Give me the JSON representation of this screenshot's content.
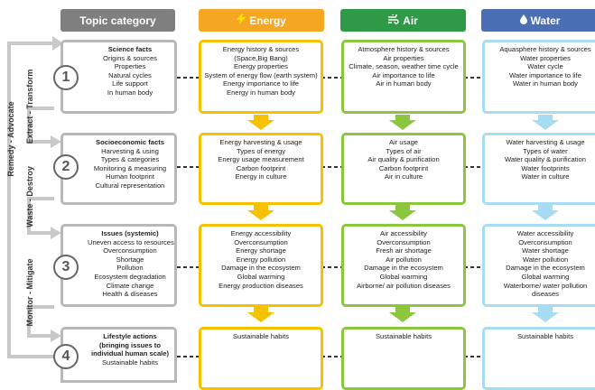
{
  "headers": {
    "topic": "Topic category",
    "energy": "Energy",
    "air": "Air",
    "water": "Water"
  },
  "colors": {
    "topic": "#7f7f7f",
    "energy": "#f5a623",
    "air": "#2e9a48",
    "water": "#4a6fb5",
    "energy_border": "#f6c200",
    "air_border": "#8cc63f",
    "water_border": "#a8dcf2",
    "topic_border": "#b8b8b8"
  },
  "icons": {
    "energy": "lightning-icon",
    "air": "wind-icon",
    "water": "droplet-icon"
  },
  "side_labels": {
    "outer": "Remedy - Advocate",
    "r1": "Extract - Transform",
    "r2": "Waste - Destroy",
    "r3": "Monitor - Mitigate"
  },
  "rows": [
    {
      "num": "1",
      "topic": [
        "Science facts",
        "Origins & sources",
        "Properties",
        "Natural cycles",
        "Life support",
        "In human body"
      ],
      "energy": [
        "Energy history & sources",
        "(Space,Big Bang)",
        "Energy properties",
        "System of energy flow (earth system)",
        "Energy importance to life",
        "Energy in human body"
      ],
      "air": [
        "Atmosphere history & sources",
        "Air properties",
        "Climate, season, weather time cycle",
        "Air importance to life",
        "Air in human body"
      ],
      "water": [
        "Aquasphere history & sources",
        "Water properties",
        "Water cycle",
        "Water importance to life",
        "Water in human body"
      ]
    },
    {
      "num": "2",
      "topic": [
        "Socioeconomic facts",
        "Harvesting & using",
        "Types & categories",
        "Monitoring & measuring",
        "Human footprint",
        "Cultural representation"
      ],
      "energy": [
        "Energy harvesting & usage",
        "Types of energy",
        "Energy usage measurement",
        "Carbon footprint",
        "Energy in culture"
      ],
      "air": [
        "Air usage",
        "Types of air",
        "Air quality & purification",
        "Carbon footprint",
        "Air in culture"
      ],
      "water": [
        "Water harvesting & usage",
        "Types of water",
        "Water quality & purification",
        "Water footprints",
        "Water in culture"
      ]
    },
    {
      "num": "3",
      "topic": [
        "Issues (systemic)",
        "Uneven access to resources",
        "Overconsumption",
        "Shortage",
        "Pollution",
        "Ecosystem degradation",
        "Climate change",
        "Health & diseases"
      ],
      "energy": [
        "Energy accessibility",
        "Overconsumption",
        "Energy shortage",
        "Energy pollution",
        "Damage in the ecosystem",
        "Global warming",
        "Energy production diseases"
      ],
      "air": [
        "Air accessibility",
        "Overconsumption",
        "Fresh air shortage",
        "Air pollution",
        "Damage in the ecosystem",
        "Global warming",
        "Airborne/ air pollution diseases"
      ],
      "water": [
        "Water accessibility",
        "Overconsumption",
        "Water shortage",
        "Water pollution",
        "Damage in the ecosystem",
        "Global warming",
        "Waterborne/ water pollution",
        "diseases"
      ]
    },
    {
      "num": "4",
      "topic": [
        "Lifestyle actions",
        "(bringing issues to",
        "individual human scale)",
        "Sustainable habits"
      ],
      "energy": [
        "Sustainable habits"
      ],
      "air": [
        "Sustainable habits"
      ],
      "water": [
        "Sustainable habits"
      ]
    }
  ]
}
